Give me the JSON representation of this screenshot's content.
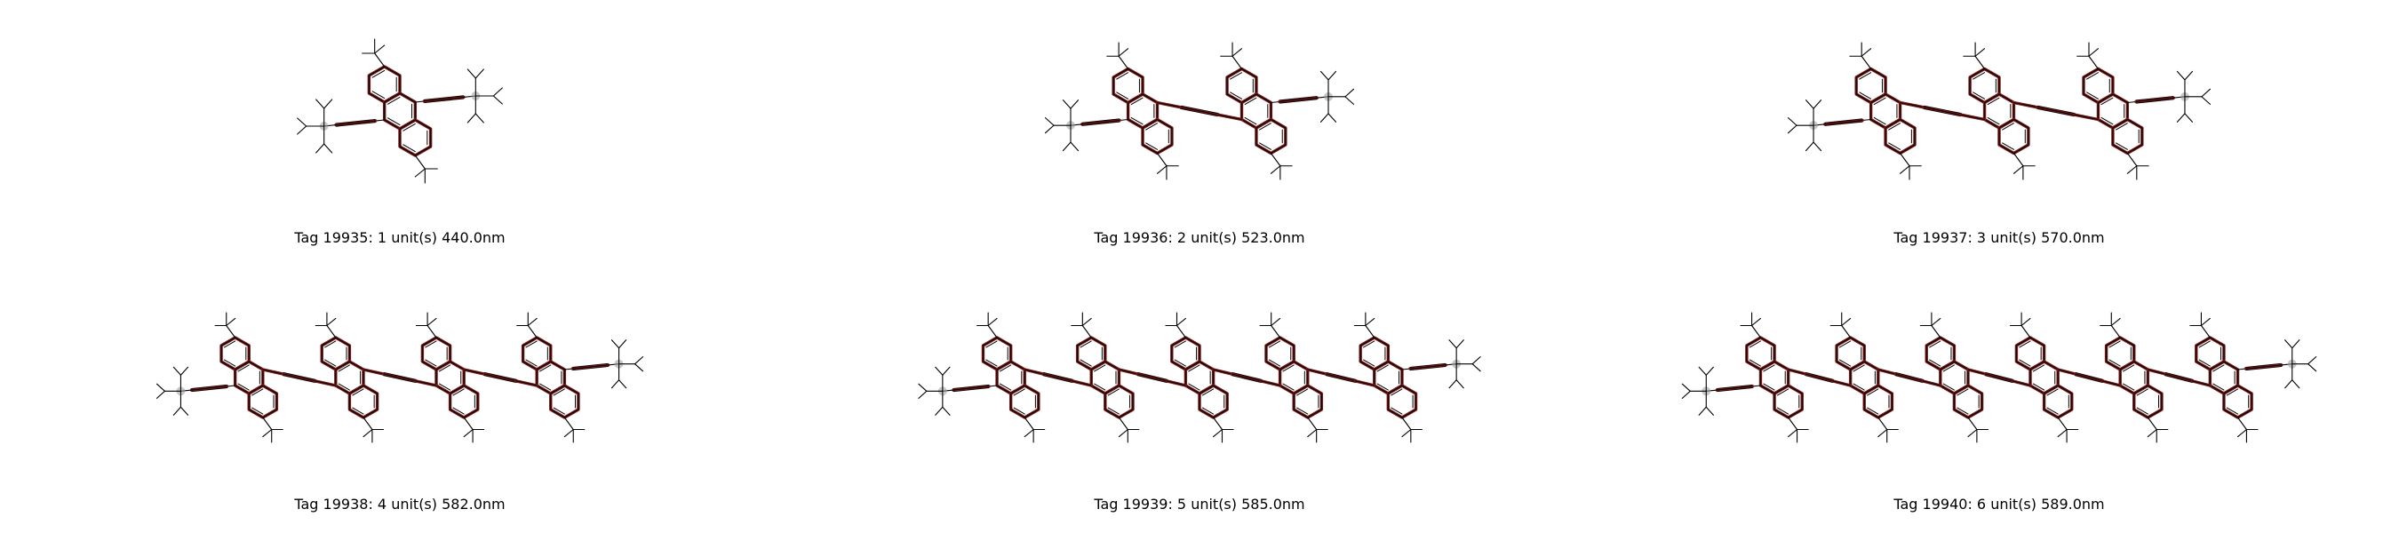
{
  "colors": {
    "highlight": "#7a1818",
    "bond": "#000000",
    "silicon": "#9a9a9a",
    "background": "#ffffff"
  },
  "molecules": [
    {
      "caption": "Tag 19935: 1 unit(s) 440.0nm",
      "units": 1
    },
    {
      "caption": "Tag 19936: 2 unit(s) 523.0nm",
      "units": 2
    },
    {
      "caption": "Tag 19937: 3 unit(s) 570.0nm",
      "units": 3
    },
    {
      "caption": "Tag 19938: 4 unit(s) 582.0nm",
      "units": 4
    },
    {
      "caption": "Tag 19939: 5 unit(s) 585.0nm",
      "units": 5
    },
    {
      "caption": "Tag 19940: 6 unit(s) 589.0nm",
      "units": 6
    }
  ]
}
